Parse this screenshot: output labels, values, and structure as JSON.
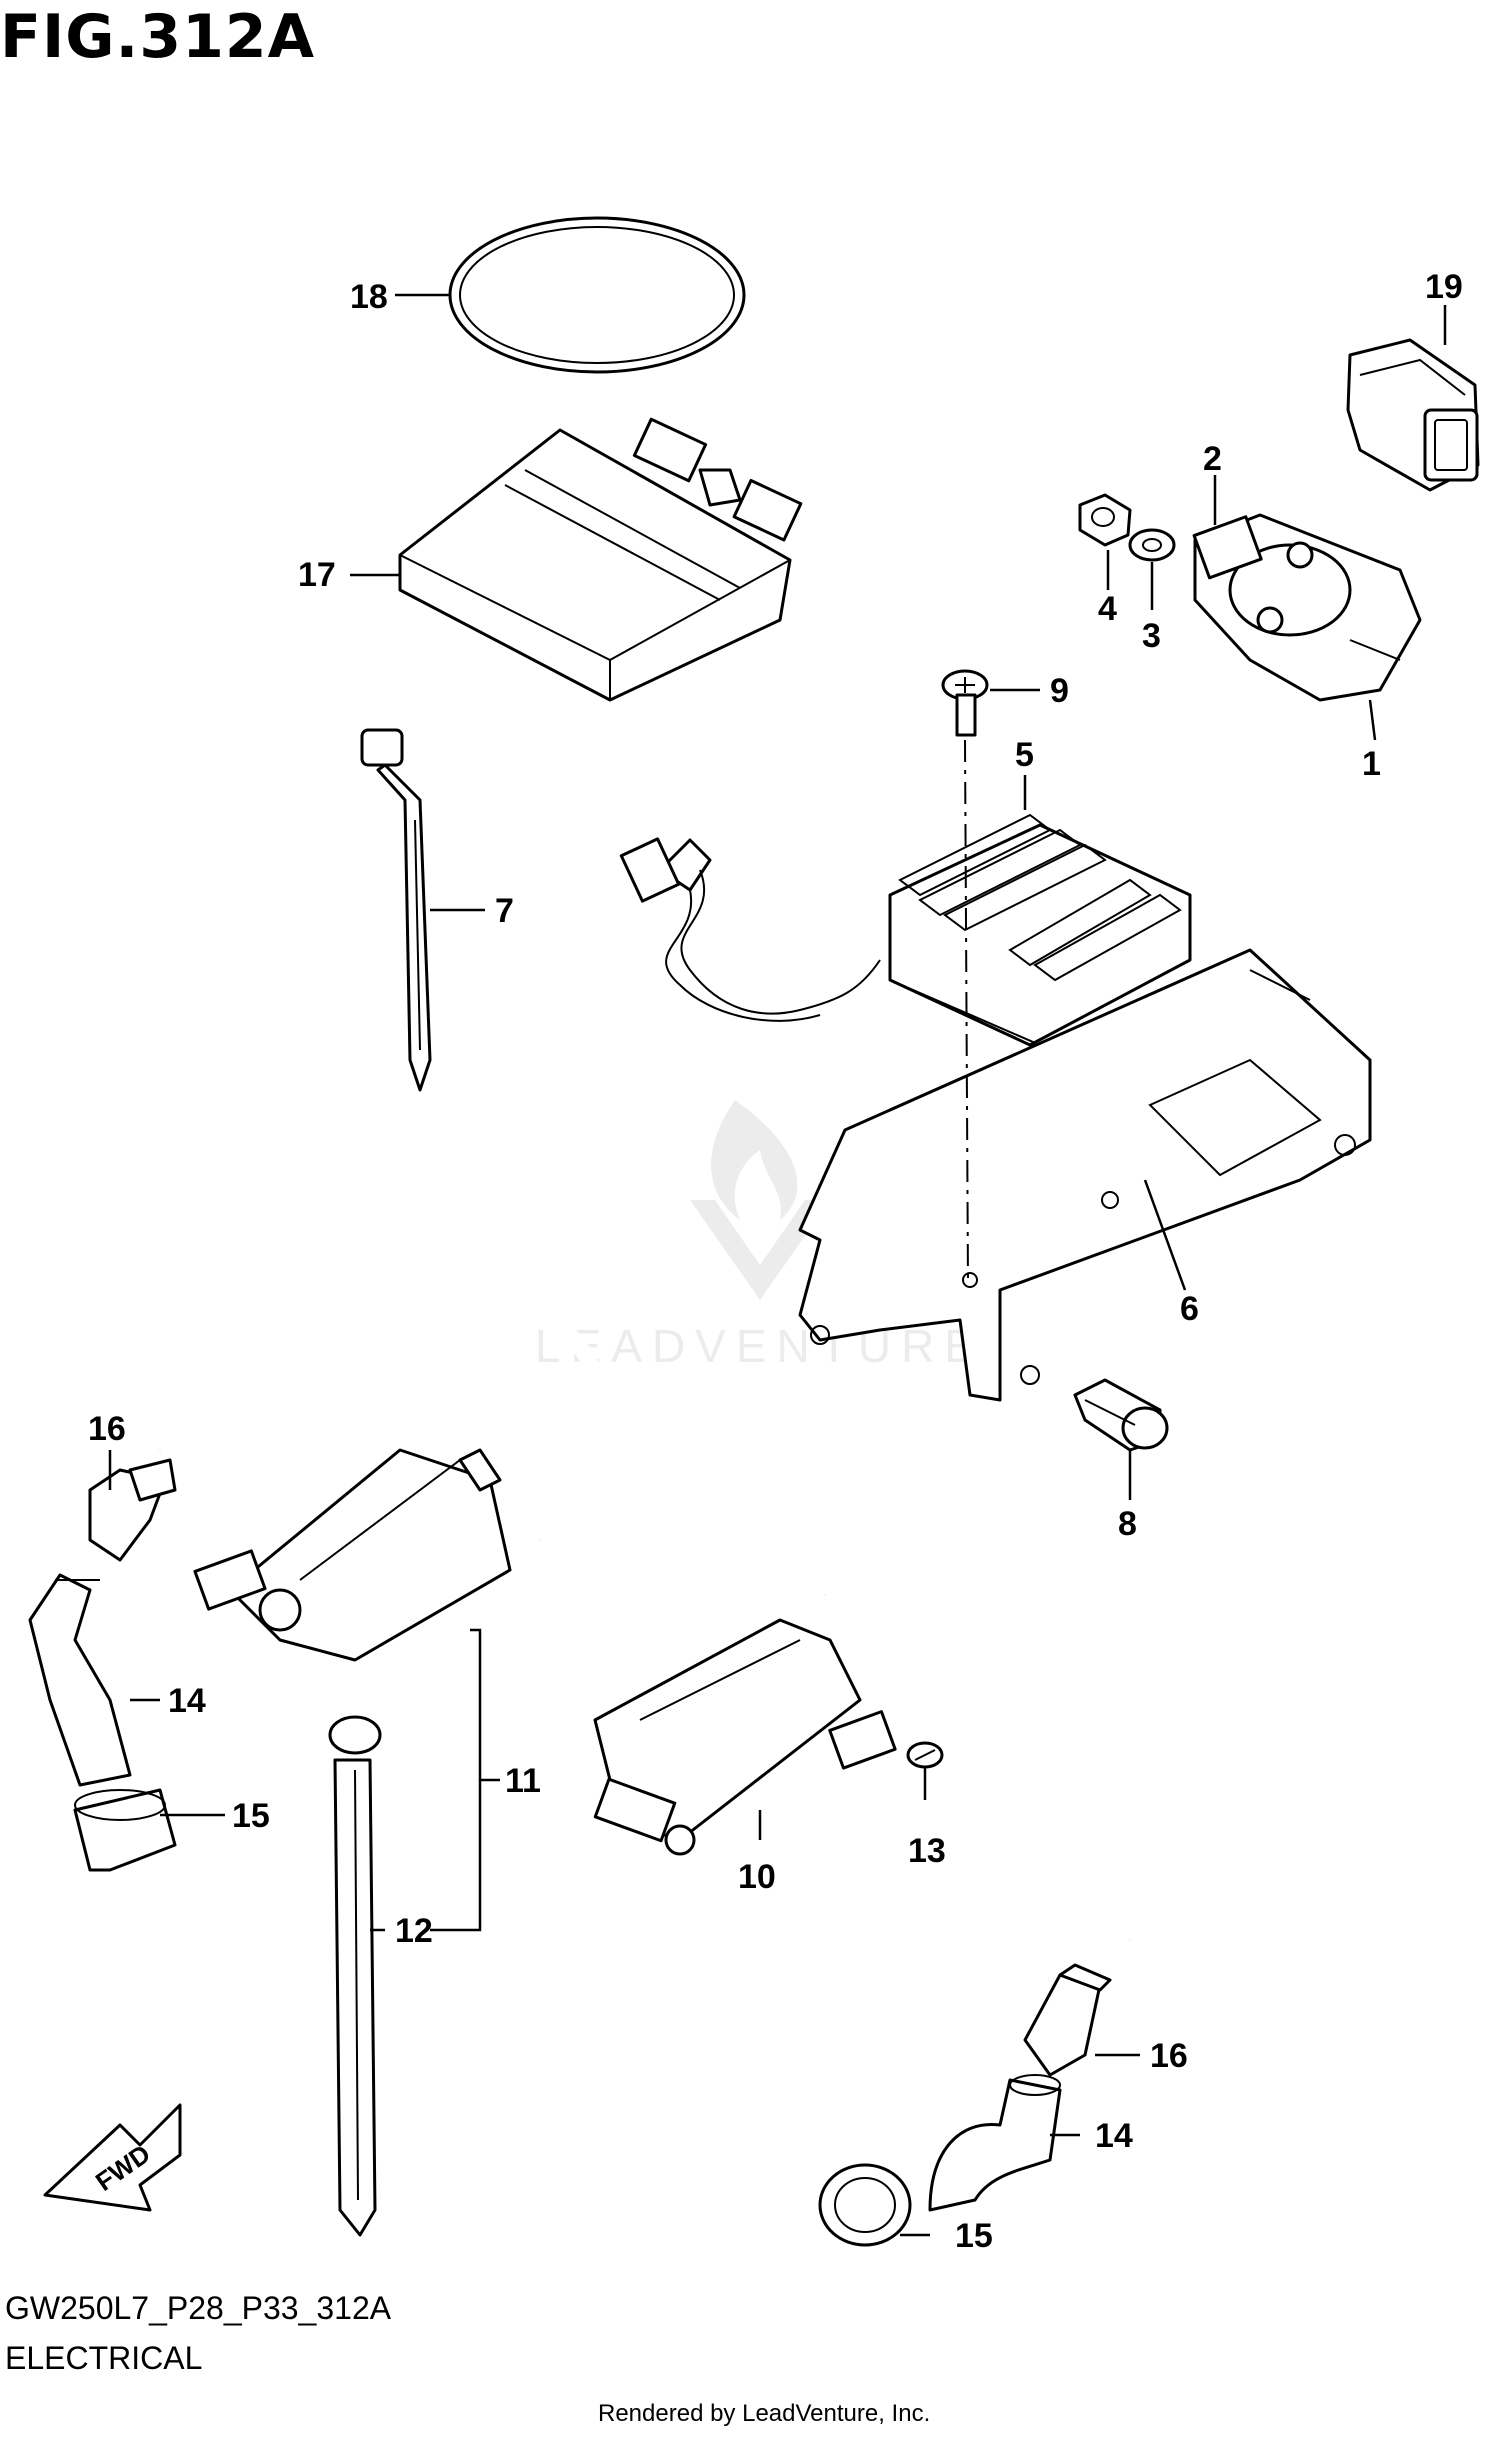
{
  "figure": {
    "title": "FIG.312A",
    "model_code": "GW250L7_P28_P33_312A",
    "description": "ELECTRICAL",
    "render_credit": "Rendered by LeadVenture, Inc.",
    "watermark": "LEADVENTURE"
  },
  "callouts": {
    "c1": "1",
    "c2": "2",
    "c3": "3",
    "c4": "4",
    "c5": "5",
    "c6": "6",
    "c7": "7",
    "c8": "8",
    "c9": "9",
    "c10": "10",
    "c11": "11",
    "c12": "12",
    "c13": "13",
    "c14a": "14",
    "c14b": "14",
    "c15a": "15",
    "c15b": "15",
    "c16a": "16",
    "c16b": "16",
    "c17": "17",
    "c18": "18",
    "c19": "19"
  },
  "fwd_arrow": {
    "label": "FWD"
  }
}
